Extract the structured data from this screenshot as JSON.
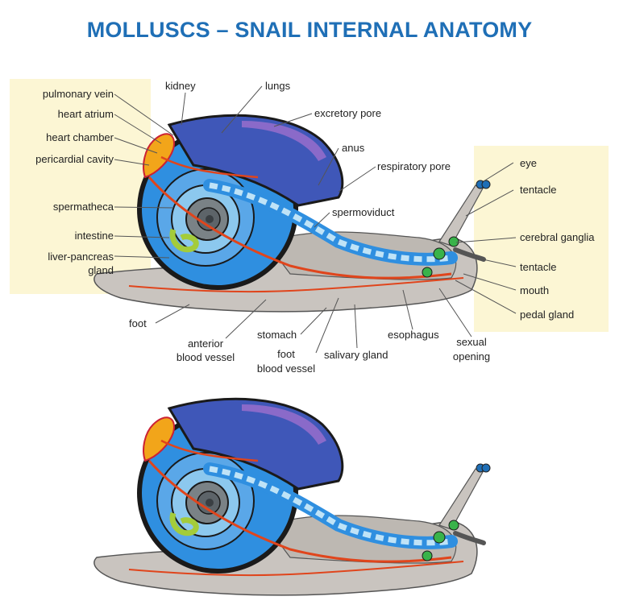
{
  "title": "MOLLUSCS – SNAIL INTERNAL ANATOMY",
  "colors": {
    "title": "#1f6fb6",
    "panel": "#fcf6d4",
    "shell_outline": "#1a1a1a",
    "lung_blue": "#3f57b8",
    "blue_organ": "#2f8fe0",
    "body": "#c9c4bf",
    "blood_vessel": "#e0451c",
    "heart": "#f2a51a",
    "excretory": "#8a6ac9",
    "gland_green": "#39b34a"
  },
  "labels": {
    "pulmonary_vein": "pulmonary vein",
    "heart_atrium": "heart atrium",
    "heart_chamber": "heart chamber",
    "pericardial_cavity": "pericardial cavity",
    "spermatheca": "spermatheca",
    "intestine": "intestine",
    "liver_pancreas_1": "liver-pancreas",
    "liver_pancreas_2": "gland",
    "kidney": "kidney",
    "lungs": "lungs",
    "excretory_pore": "excretory pore",
    "anus": "anus",
    "respiratory_pore": "respiratory pore",
    "spermoviduct": "spermoviduct",
    "eye": "eye",
    "tentacle_upper": "tentacle",
    "cerebral_ganglia": "cerebral ganglia",
    "tentacle_lower": "tentacle",
    "mouth": "mouth",
    "pedal_gland": "pedal gland",
    "foot": "foot",
    "anterior_1": "anterior",
    "anterior_2": "blood vessel",
    "stomach": "stomach",
    "foot_bv_1": "foot",
    "foot_bv_2": "blood vessel",
    "salivary_gland": "salivary gland",
    "esophagus": "esophagus",
    "sexual_1": "sexual",
    "sexual_2": "opening"
  }
}
